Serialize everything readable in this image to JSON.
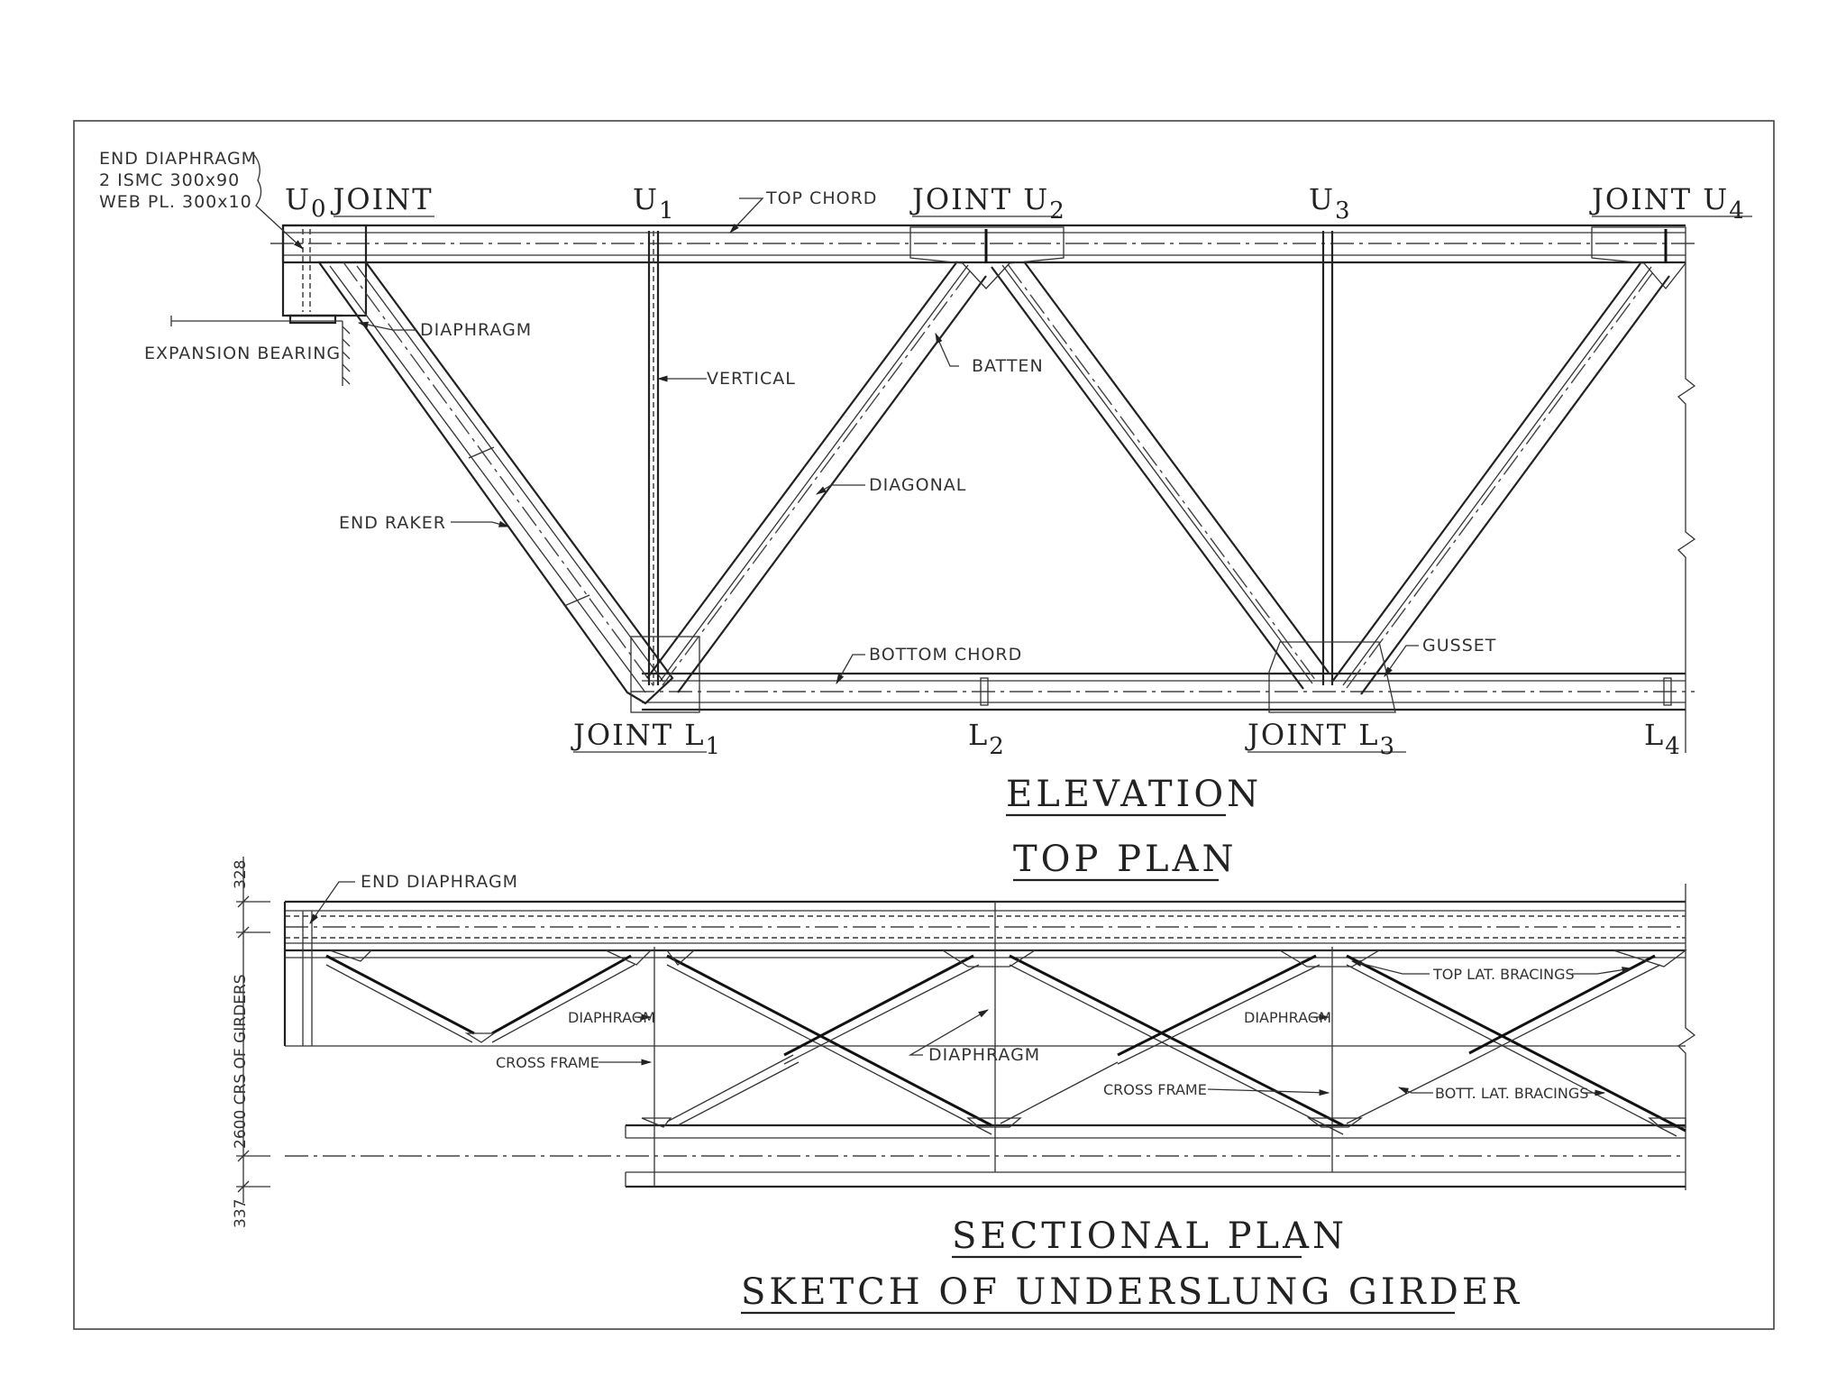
{
  "end_diaphragm_note": [
    "END DIAPHRAGM",
    "2 ISMC 300x90",
    "WEB PL. 300x10"
  ],
  "joints": {
    "u0": {
      "prefix": "U",
      "sub": "0",
      "word": "JOINT"
    },
    "u1": {
      "prefix": "U",
      "sub": "1"
    },
    "u2": {
      "word": "JOINT U",
      "sub": "2"
    },
    "u3": {
      "prefix": "U",
      "sub": "3"
    },
    "u4": {
      "word": "JOINT U",
      "sub": "4"
    },
    "l1": {
      "word": "JOINT L",
      "sub": "1"
    },
    "l2": {
      "prefix": "L",
      "sub": "2"
    },
    "l3": {
      "word": "JOINT L",
      "sub": "3"
    },
    "l4": {
      "prefix": "L",
      "sub": "4"
    }
  },
  "elevation_labels": {
    "top_chord": "TOP CHORD",
    "diaphragm": "DIAPHRAGM",
    "expansion_bearing": "EXPANSION BEARING",
    "vertical": "VERTICAL",
    "batten": "BATTEN",
    "diagonal": "DIAGONAL",
    "end_raker": "END RAKER",
    "bottom_chord": "BOTTOM CHORD",
    "gusset": "GUSSET"
  },
  "titles": {
    "elevation": "ELEVATION",
    "top_plan": "TOP PLAN",
    "sectional_plan": "SECTIONAL PLAN",
    "sketch": "SKETCH OF UNDERSLUNG GIRDER"
  },
  "plan_labels": {
    "end_diaphragm": "END DIAPHRAGM",
    "top_lat_bracings": "TOP LAT. BRACINGS",
    "diaphragm_left": "DIAPHRAGM",
    "diaphragm_center": "DIAPHRAGM",
    "diaphragm_right": "DIAPHRAGM",
    "cross_frame_left": "CROSS FRAME",
    "cross_frame_right": "CROSS FRAME",
    "bott_lat_bracings": "BOTT. LAT. BRACINGS"
  },
  "dimensions": {
    "d328": "328",
    "d2600": "2600 CRS OF GIRDERS",
    "d337": "337"
  }
}
